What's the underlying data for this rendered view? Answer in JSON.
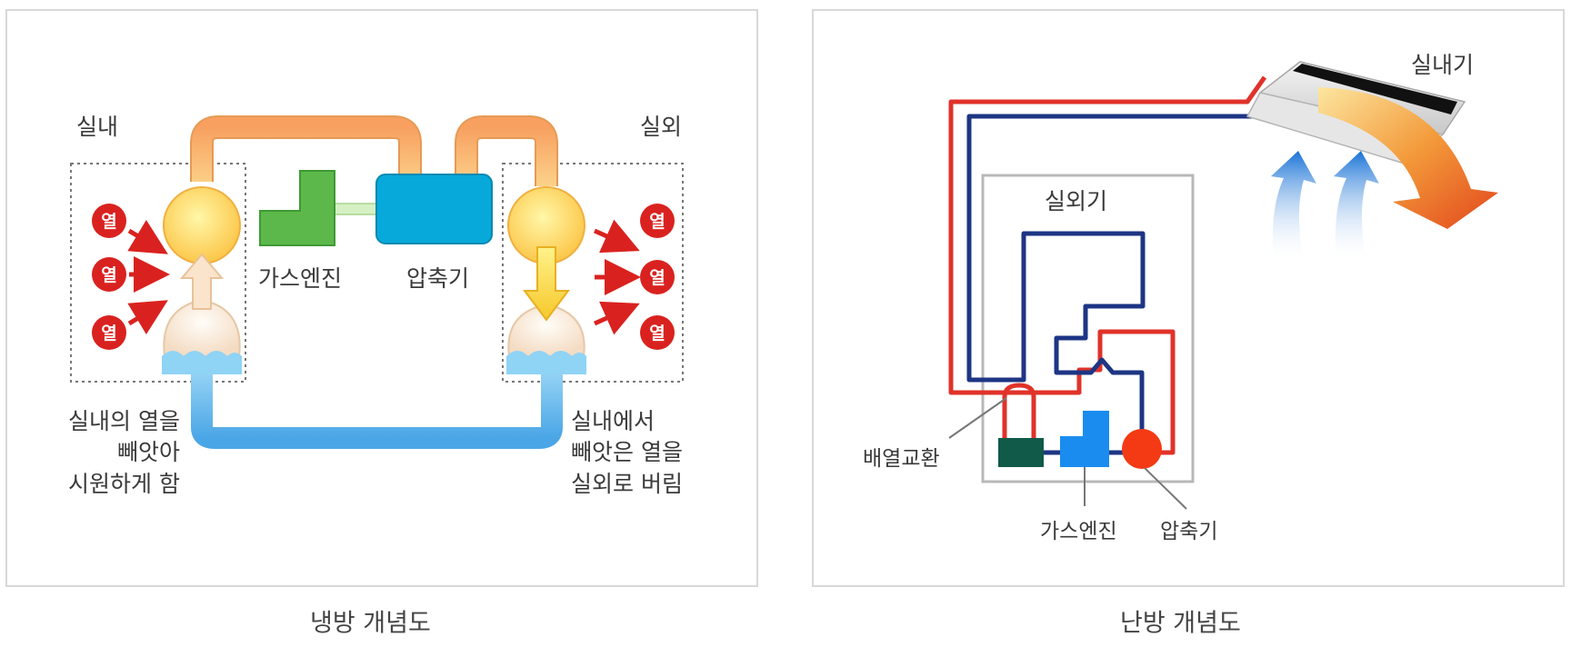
{
  "cooling": {
    "indoor": "실내",
    "outdoor": "실외",
    "heat": "열",
    "gas_engine": "가스엔진",
    "compressor": "압축기",
    "left_note": [
      "실내의 열을",
      "빼앗아",
      "시원하게 함"
    ],
    "right_note": [
      "실내에서",
      "빼앗은 열을",
      "실외로 버림"
    ],
    "caption": "냉방 개념도"
  },
  "heating": {
    "indoor_unit": "실내기",
    "outdoor_unit": "실외기",
    "heat_exchange": "배열교환",
    "gas_engine": "가스엔진",
    "compressor": "압축기",
    "caption": "난방 개념도"
  },
  "colors": {
    "hot_pipe": "#f8a86a",
    "cold_pipe": "#5ab4ec",
    "heat_badge": "#d9221f",
    "engine": "#5cb84a",
    "compressor": "#07a9da",
    "red_line": "#e0322a",
    "blue_line": "#1d3584"
  }
}
